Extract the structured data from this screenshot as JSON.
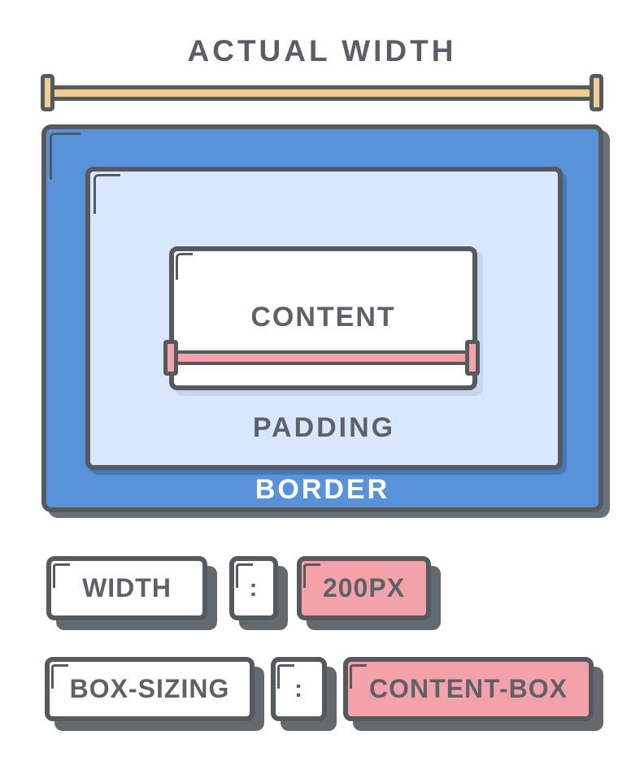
{
  "header": {
    "actual_width_label": "ACTUAL WIDTH"
  },
  "box_model": {
    "border_label": "BORDER",
    "padding_label": "PADDING",
    "content_label": "CONTENT"
  },
  "declarations": [
    {
      "property": "WIDTH",
      "colon": ":",
      "value": "200PX"
    },
    {
      "property": "BOX-SIZING",
      "colon": ":",
      "value": "CONTENT-BOX"
    }
  ],
  "colors": {
    "border_fill": "#5893d9",
    "padding_fill": "#d9e7fc",
    "content_fill": "#ffffff",
    "value_pink": "#f4a2aa",
    "ruler_tan": "#f0cc92",
    "outline_dark": "#555a5f",
    "text_gray": "#5d6267",
    "border_label_text": "#ffffff",
    "chip_shadow": "#64696e",
    "padding_shadow": "#4478bd",
    "content_shadow": "#c7d6ee"
  }
}
